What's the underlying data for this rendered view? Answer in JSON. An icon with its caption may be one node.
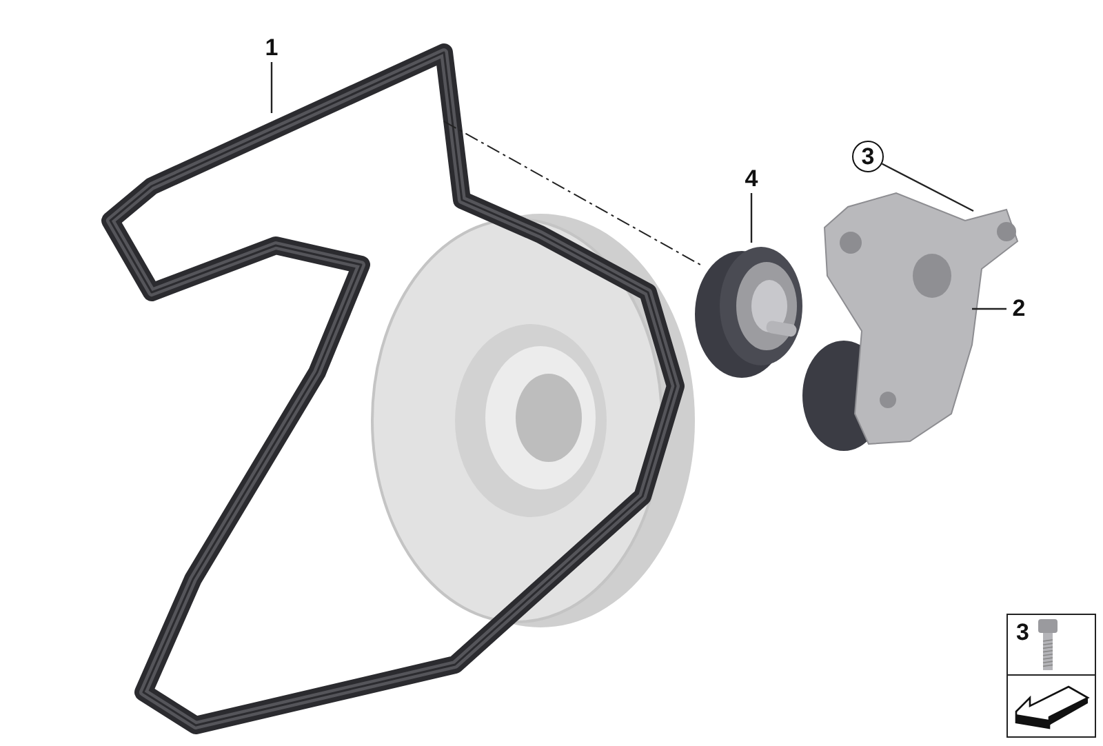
{
  "diagram": {
    "nodes": [
      {
        "text": [
          "1"
        ]
      },
      {
        "text": [],
        "shape": "picture"
      },
      {
        "text": [
          "4"
        ]
      },
      {
        "text": [],
        "shape": "picture"
      },
      {
        "text": [
          "3"
        ]
      },
      {
        "text": [],
        "shape": "picture"
      },
      {
        "text": [
          "2"
        ]
      },
      {
        "text": [
          "3"
        ]
      }
    ],
    "edges": [
      {
        "from": 0,
        "to": 1,
        "arrow": "none"
      },
      {
        "from": 2,
        "to": 3,
        "arrow": "none"
      },
      {
        "from": 4,
        "to": 5,
        "arrow": "none"
      },
      {
        "from": 6,
        "to": 5,
        "arrow": "none"
      },
      {
        "from": 1,
        "to": 3,
        "arrow": "none",
        "style": "dashed"
      }
    ]
  }
}
